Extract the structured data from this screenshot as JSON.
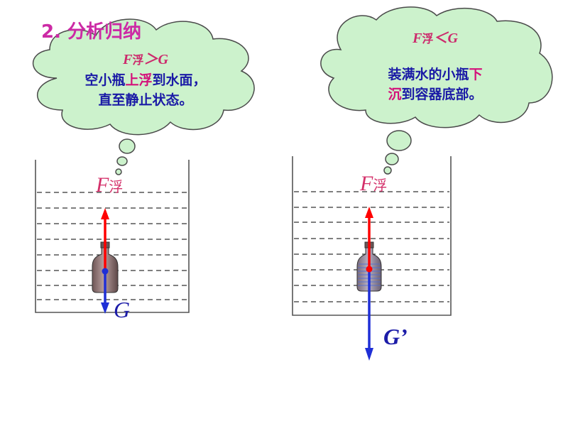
{
  "heading": "2. 分析归纳",
  "left_cloud": {
    "formula_main": "F",
    "formula_sub": "浮",
    "formula_rest": "＞G",
    "line1_before": "空小瓶",
    "line1_highlight": "上浮",
    "line1_after": "到水面，",
    "line2": "直至静止状态。"
  },
  "right_cloud": {
    "formula_main": "F",
    "formula_sub": "浮",
    "formula_rest": "＜G",
    "line1_before": "装满水的小瓶",
    "line1_highlight": "下",
    "line2_highlight": "沉",
    "line2_after": "到容器底部。"
  },
  "left_container": {
    "buoyancy_main": "F",
    "buoyancy_sub": "浮",
    "weight_label": "G"
  },
  "right_container": {
    "buoyancy_main": "F",
    "buoyancy_sub": "浮",
    "weight_label": "G’"
  },
  "colors": {
    "cloud_fill": "#ccf2cc",
    "heading": "#cc2aa5",
    "buoyancy_arrow": "#ff0000",
    "gravity_arrow": "#1f2fd6",
    "text_blue": "#1a1aa6",
    "highlight": "#d4107a",
    "bottle_fill": "#8a7272"
  }
}
